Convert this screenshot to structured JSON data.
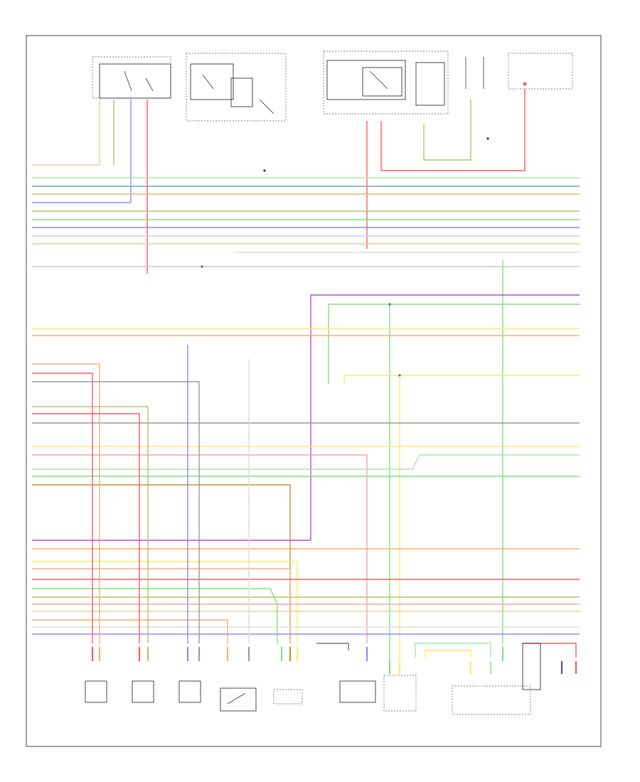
{
  "diagram": {
    "footer_code": "",
    "components": [
      {
        "id": "camshaft-sensor-left",
        "caption": ""
      },
      {
        "id": "camshaft-sensor-right",
        "caption": ""
      },
      {
        "id": "knock-sensor",
        "caption": ""
      },
      {
        "id": "position-switch",
        "caption": ""
      },
      {
        "id": "fuel-sender",
        "caption": ""
      },
      {
        "id": "speed-sensor-module",
        "caption": ""
      },
      {
        "id": "transmission-sensor",
        "caption": ""
      },
      {
        "id": "speed-sensor-right",
        "caption": ""
      },
      {
        "id": "instrument-panel",
        "caption": ""
      },
      {
        "id": "ground-component",
        "caption": ""
      }
    ]
  },
  "colors": {
    "red": "#ff5a5a",
    "green": "#7de27d",
    "blue": "#8a8aff",
    "yellow": "#ffeb6b",
    "orange": "#f6b26b",
    "purple": "#b84ccf",
    "tan": "#e6cf9a",
    "gray": "#9a9a9a",
    "pink": "#f5a5a5",
    "olive": "#b5c26b",
    "lightgreen": "#a9e7a9",
    "teal": "#6fb0b0",
    "brown": "#c09040",
    "lavender": "#c8c8f2"
  }
}
